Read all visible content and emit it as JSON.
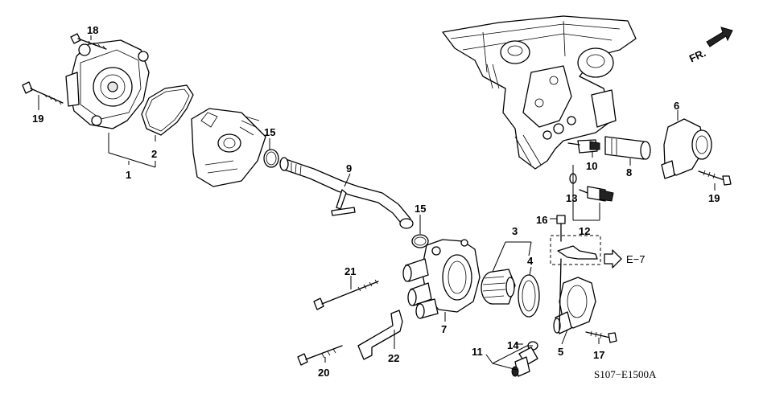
{
  "diagram_code": "S107−E1500A",
  "front_marker": "FR.",
  "reference_label": "E−7",
  "callouts": {
    "c1": "1",
    "c2": "2",
    "c3": "3",
    "c4": "4",
    "c5": "5",
    "c6": "6",
    "c7": "7",
    "c8": "8",
    "c9": "9",
    "c10": "10",
    "c11": "11",
    "c12": "12",
    "c13": "13",
    "c14": "14",
    "c15a": "15",
    "c15b": "15",
    "c16": "16",
    "c17": "17",
    "c18": "18",
    "c19a": "19",
    "c19b": "19",
    "c20": "20",
    "c21": "21",
    "c22": "22"
  }
}
